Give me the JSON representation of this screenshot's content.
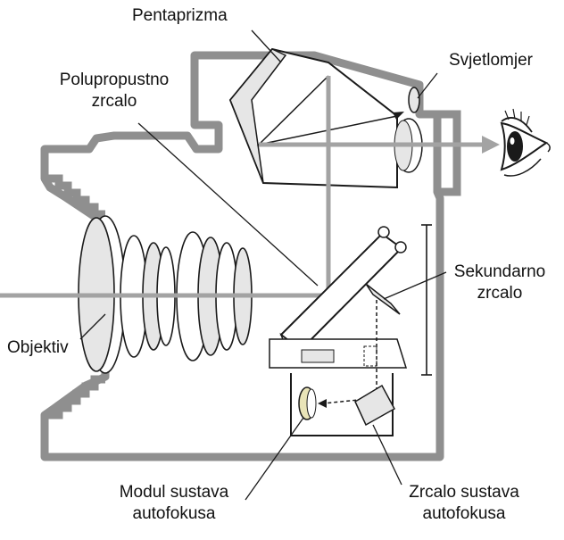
{
  "labels": {
    "pentaprism": "Pentaprizma",
    "light_meter": "Svjetlomjer",
    "semi_mirror": [
      "Polupropustno",
      "zrcalo"
    ],
    "secondary_mirror": [
      "Sekundarno",
      "zrcalo"
    ],
    "objective": "Objektiv",
    "af_module": [
      "Modul sustava",
      "autofokusa"
    ],
    "af_mirror": [
      "Zrcalo sustava",
      "autofokusa"
    ]
  },
  "colors": {
    "body_gray": "#8f8f8f",
    "outline": "#1a1a1a",
    "light_ray": "#a3a3a3",
    "fill_white": "#ffffff",
    "light_gray": "#e6e6e6",
    "af_sensor": "#e9e4b8"
  },
  "icons": {
    "eye": "eye-icon"
  }
}
